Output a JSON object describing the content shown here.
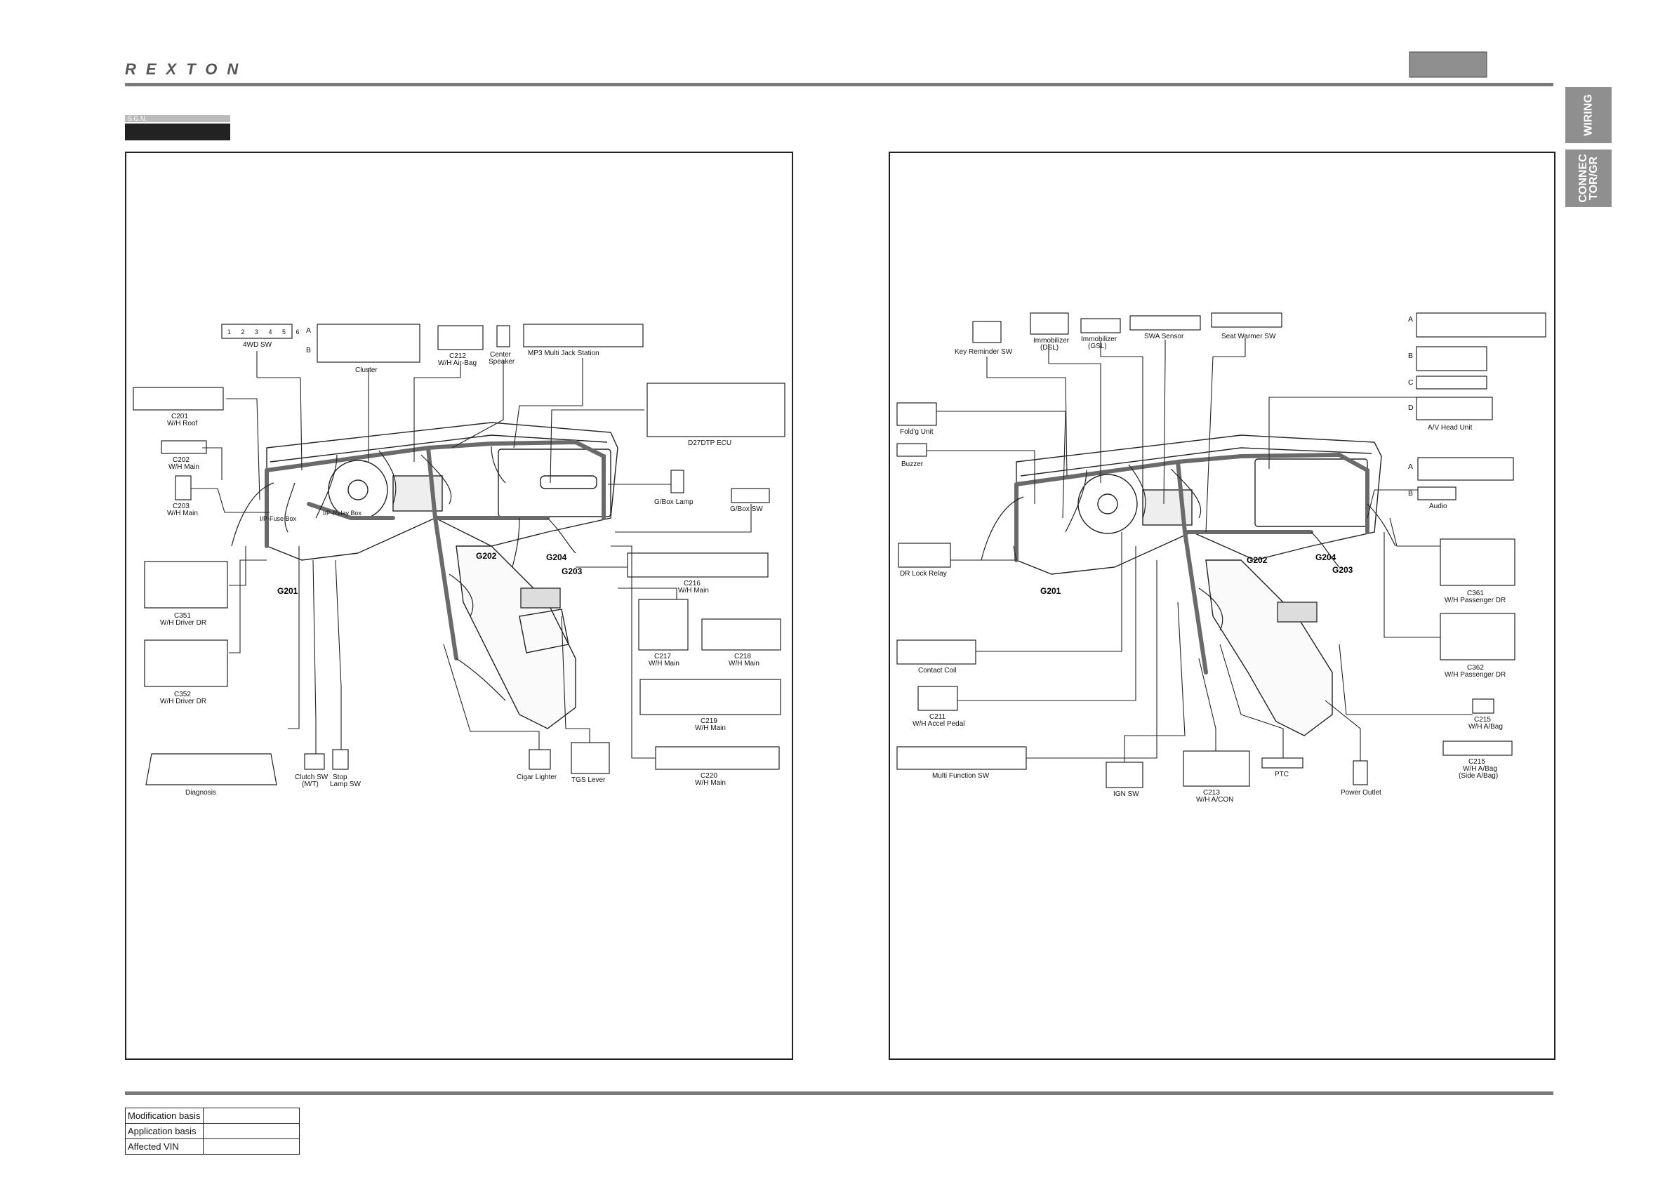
{
  "header": {
    "brand": "REXTON"
  },
  "side_tabs": [
    {
      "label": "WIRING"
    },
    {
      "label": "CONNEC TOR/GR"
    }
  ],
  "section_tag": "S.G.N.",
  "left_panel": {
    "connectors": [
      {
        "id": "4wd",
        "label": "4WD SW",
        "pins": "1 2 3 4 5 6"
      },
      {
        "id": "cluster",
        "label": "Cluster"
      },
      {
        "id": "c212",
        "label": "C212",
        "sub": "W/H Air-Bag"
      },
      {
        "id": "center",
        "label": "Center",
        "sub": "Speaker"
      },
      {
        "id": "mp3",
        "label": "MP3 Multi Jack Station"
      },
      {
        "id": "c201",
        "label": "C201",
        "sub": "W/H Roof"
      },
      {
        "id": "c202",
        "label": "C202",
        "sub": "W/H Main"
      },
      {
        "id": "c203",
        "label": "C203",
        "sub": "W/H Main"
      },
      {
        "id": "ecu",
        "label": "D27DTP ECU"
      },
      {
        "id": "gbl",
        "label": "G/Box Lamp"
      },
      {
        "id": "gbs",
        "label": "G/Box SW"
      },
      {
        "id": "c216",
        "label": "C216",
        "sub": "W/H Main"
      },
      {
        "id": "c351",
        "label": "C351",
        "sub": "W/H Driver DR"
      },
      {
        "id": "c352",
        "label": "C352",
        "sub": "W/H Driver DR"
      },
      {
        "id": "c217",
        "label": "C217",
        "sub": "W/H Main"
      },
      {
        "id": "c218",
        "label": "C218",
        "sub": "W/H Main"
      },
      {
        "id": "c219",
        "label": "C219",
        "sub": "W/H Main"
      },
      {
        "id": "c220",
        "label": "C220",
        "sub": "W/H Main"
      },
      {
        "id": "diag",
        "label": "Diagnosis"
      },
      {
        "id": "clutch",
        "label": "Clutch SW",
        "sub": "(M/T)"
      },
      {
        "id": "stop",
        "label": "Stop",
        "sub": "Lamp SW"
      },
      {
        "id": "cigar",
        "label": "Cigar Lighter"
      },
      {
        "id": "tgs",
        "label": "TGS Lever"
      }
    ],
    "grounds": [
      "G201",
      "G202",
      "G203",
      "G204"
    ],
    "row_letters": [
      "A",
      "B"
    ],
    "box_labels": [
      "I/P-Fuse Box",
      "I/P-Relay Box"
    ]
  },
  "right_panel": {
    "connectors": [
      {
        "id": "keyrem",
        "label": "Key Reminder SW"
      },
      {
        "id": "immodsl",
        "label": "Immobilizer",
        "sub": "(DSL)"
      },
      {
        "id": "immogsl",
        "label": "Immobilizer",
        "sub": "(GSL)"
      },
      {
        "id": "swa",
        "label": "SWA Sensor"
      },
      {
        "id": "seatw",
        "label": "Seat Warmer SW"
      },
      {
        "id": "avhead",
        "label": "A/V Head Unit"
      },
      {
        "id": "fold",
        "label": "Fold'g Unit"
      },
      {
        "id": "buzzer",
        "label": "Buzzer"
      },
      {
        "id": "audio",
        "label": "Audio"
      },
      {
        "id": "drlock",
        "label": "DR Lock Relay"
      },
      {
        "id": "c361",
        "label": "C361",
        "sub": "W/H Passenger DR"
      },
      {
        "id": "c362",
        "label": "C362",
        "sub": "W/H Passenger DR"
      },
      {
        "id": "coil",
        "label": "Contact Coil"
      },
      {
        "id": "c211",
        "label": "C211",
        "sub": "W/H Accel Pedal"
      },
      {
        "id": "c215a",
        "label": "C215",
        "sub": "W/H A/Bag"
      },
      {
        "id": "c215b",
        "label": "C215",
        "sub": "W/H A/Bag",
        "sub2": "(Side A/Bag)"
      },
      {
        "id": "mfsw",
        "label": "Multi Function SW"
      },
      {
        "id": "ign",
        "label": "IGN SW"
      },
      {
        "id": "c213",
        "label": "C213",
        "sub": "W/H A/CON"
      },
      {
        "id": "ptc",
        "label": "PTC"
      },
      {
        "id": "power",
        "label": "Power Outlet"
      }
    ],
    "row_letters": [
      "A",
      "B",
      "C",
      "D",
      "A",
      "B"
    ],
    "grounds": [
      "G201",
      "G202",
      "G203",
      "G204"
    ]
  },
  "modification_table": [
    {
      "key": "Modification basis",
      "value": ""
    },
    {
      "key": "Application basis",
      "value": ""
    },
    {
      "key": "Affected VIN",
      "value": ""
    }
  ],
  "colors": {
    "accent_gray": "#8f8f8f",
    "line": "#222222",
    "harness": "#6a6a6a"
  }
}
